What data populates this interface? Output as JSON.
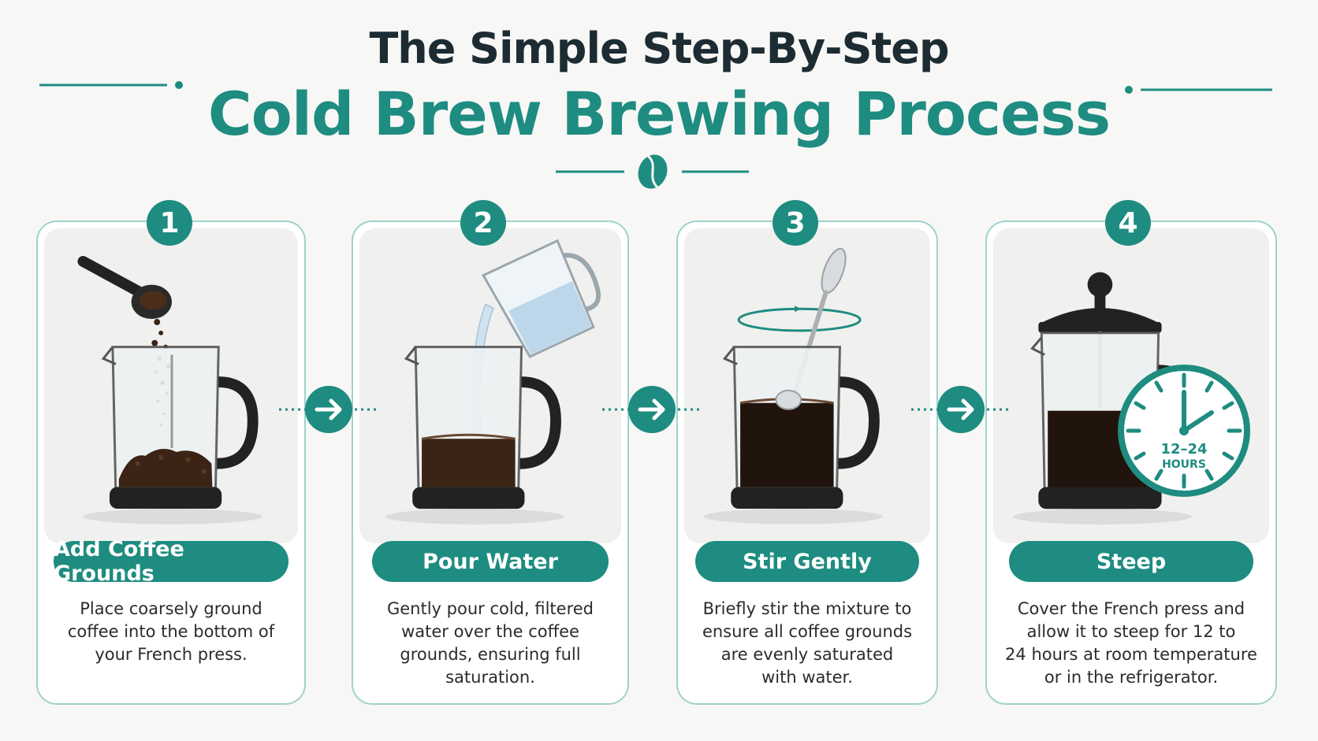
{
  "title": {
    "line1": "The Simple Step-By-Step",
    "line2": "Cold Brew Brewing Process"
  },
  "colors": {
    "accent": "#1e8c80",
    "dark_text": "#1d2b33",
    "card_border": "#9fd2cc",
    "coffee": "#2a1b12"
  },
  "steps": [
    {
      "number": "1",
      "label": "Add Coffee Grounds",
      "lines": [
        "Place coarsely ground",
        "coffee into the bottom of",
        "your French press."
      ],
      "icon": "scoop-pouring-grounds-into-french-press"
    },
    {
      "number": "2",
      "label": "Pour Water",
      "lines": [
        "Gently pour cold, filtered",
        "water over the coffee",
        "grounds, ensuring full",
        "saturation."
      ],
      "icon": "pitcher-pouring-water-into-french-press"
    },
    {
      "number": "3",
      "label": "Stir Gently",
      "lines": [
        "Briefly stir the mixture to",
        "ensure all coffee grounds",
        "are evenly saturated",
        "with water."
      ],
      "icon": "spoon-stirring-french-press"
    },
    {
      "number": "4",
      "label": "Steep",
      "lines": [
        "Cover the French press and",
        "allow it to steep for 12 to",
        "24 hours at room temperature",
        "or in the refrigerator."
      ],
      "icon": "french-press-with-clock",
      "clock_text": [
        "12–24",
        "HOURS"
      ]
    }
  ]
}
